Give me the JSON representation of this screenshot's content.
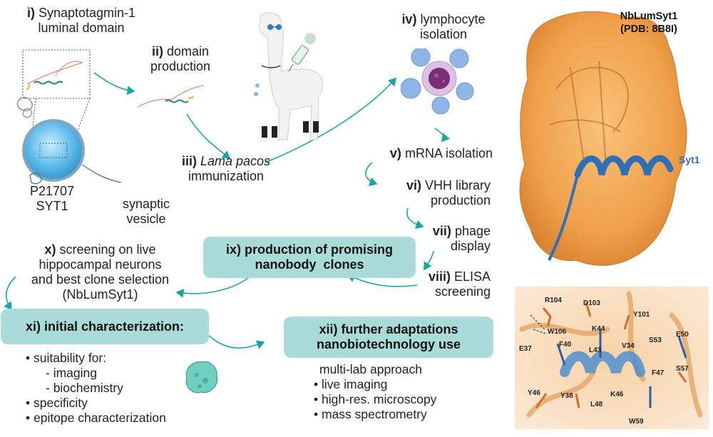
{
  "steps": {
    "i": {
      "num": "i)",
      "text1": "Synaptotagmin-1",
      "text2": "luminal domain"
    },
    "ii": {
      "num": "ii)",
      "text1": "domain",
      "text2": "production"
    },
    "iii": {
      "num": "iii)",
      "text1": "Lama pacos",
      "text2": "immunization"
    },
    "iv": {
      "num": "iv)",
      "text1": "lymphocyte",
      "text2": "isolation"
    },
    "v": {
      "num": "v)",
      "text1": "mRNA isolation"
    },
    "vi": {
      "num": "vi)",
      "text1": "VHH library",
      "text2": "production"
    },
    "vii": {
      "num": "vii)",
      "text1": "phage",
      "text2": "display"
    },
    "viii": {
      "num": "viii)",
      "text1": "ELISA",
      "text2": "screening"
    },
    "ix": {
      "num": "ix)",
      "text1": "production of promising",
      "text2": "nanobody  clones"
    },
    "x": {
      "num": "x)",
      "text1": "screening on live",
      "text2": "hippocampal neurons",
      "text3": "and best clone selection",
      "text4": "(NbLumSyt1)"
    },
    "xi": {
      "num": "xi)",
      "text1": "initial characterization:"
    },
    "xii": {
      "num": "xii)",
      "text1": "further adaptations",
      "text2": "nanobiotechnology use"
    }
  },
  "protein_id": {
    "uniprot": "P21707",
    "name": "SYT1"
  },
  "vesicle_label": {
    "line1": "synaptic",
    "line2": "vesicle"
  },
  "structure": {
    "title": "NbLumSyt1",
    "pdb": "(PDB: 8B8I)",
    "helix_label": "Syt1"
  },
  "xi_bullets": {
    "b1": "• suitability for:",
    "b1a": "- imaging",
    "b1b": "- biochemistry",
    "b2": "• specificity",
    "b3": "• epitope characterization"
  },
  "xii_bullets": {
    "heading": "multi-lab approach",
    "b1": "• live imaging",
    "b2": "• high-res. microscopy",
    "b3": "• mass spectrometry"
  },
  "residues": [
    "R104",
    "D103",
    "Y101",
    "W106",
    "K44",
    "E37",
    "F40",
    "V34",
    "S53",
    "E50",
    "L43",
    "F47",
    "S57",
    "Y46",
    "Y38",
    "K46",
    "L48",
    "W59"
  ],
  "colors": {
    "box_fill": "#a9dcd9",
    "arrow": "#1aa5a5",
    "surface": "#f0a04a",
    "helix": "#2f6fb8",
    "vesicle": "#56b9ea"
  }
}
